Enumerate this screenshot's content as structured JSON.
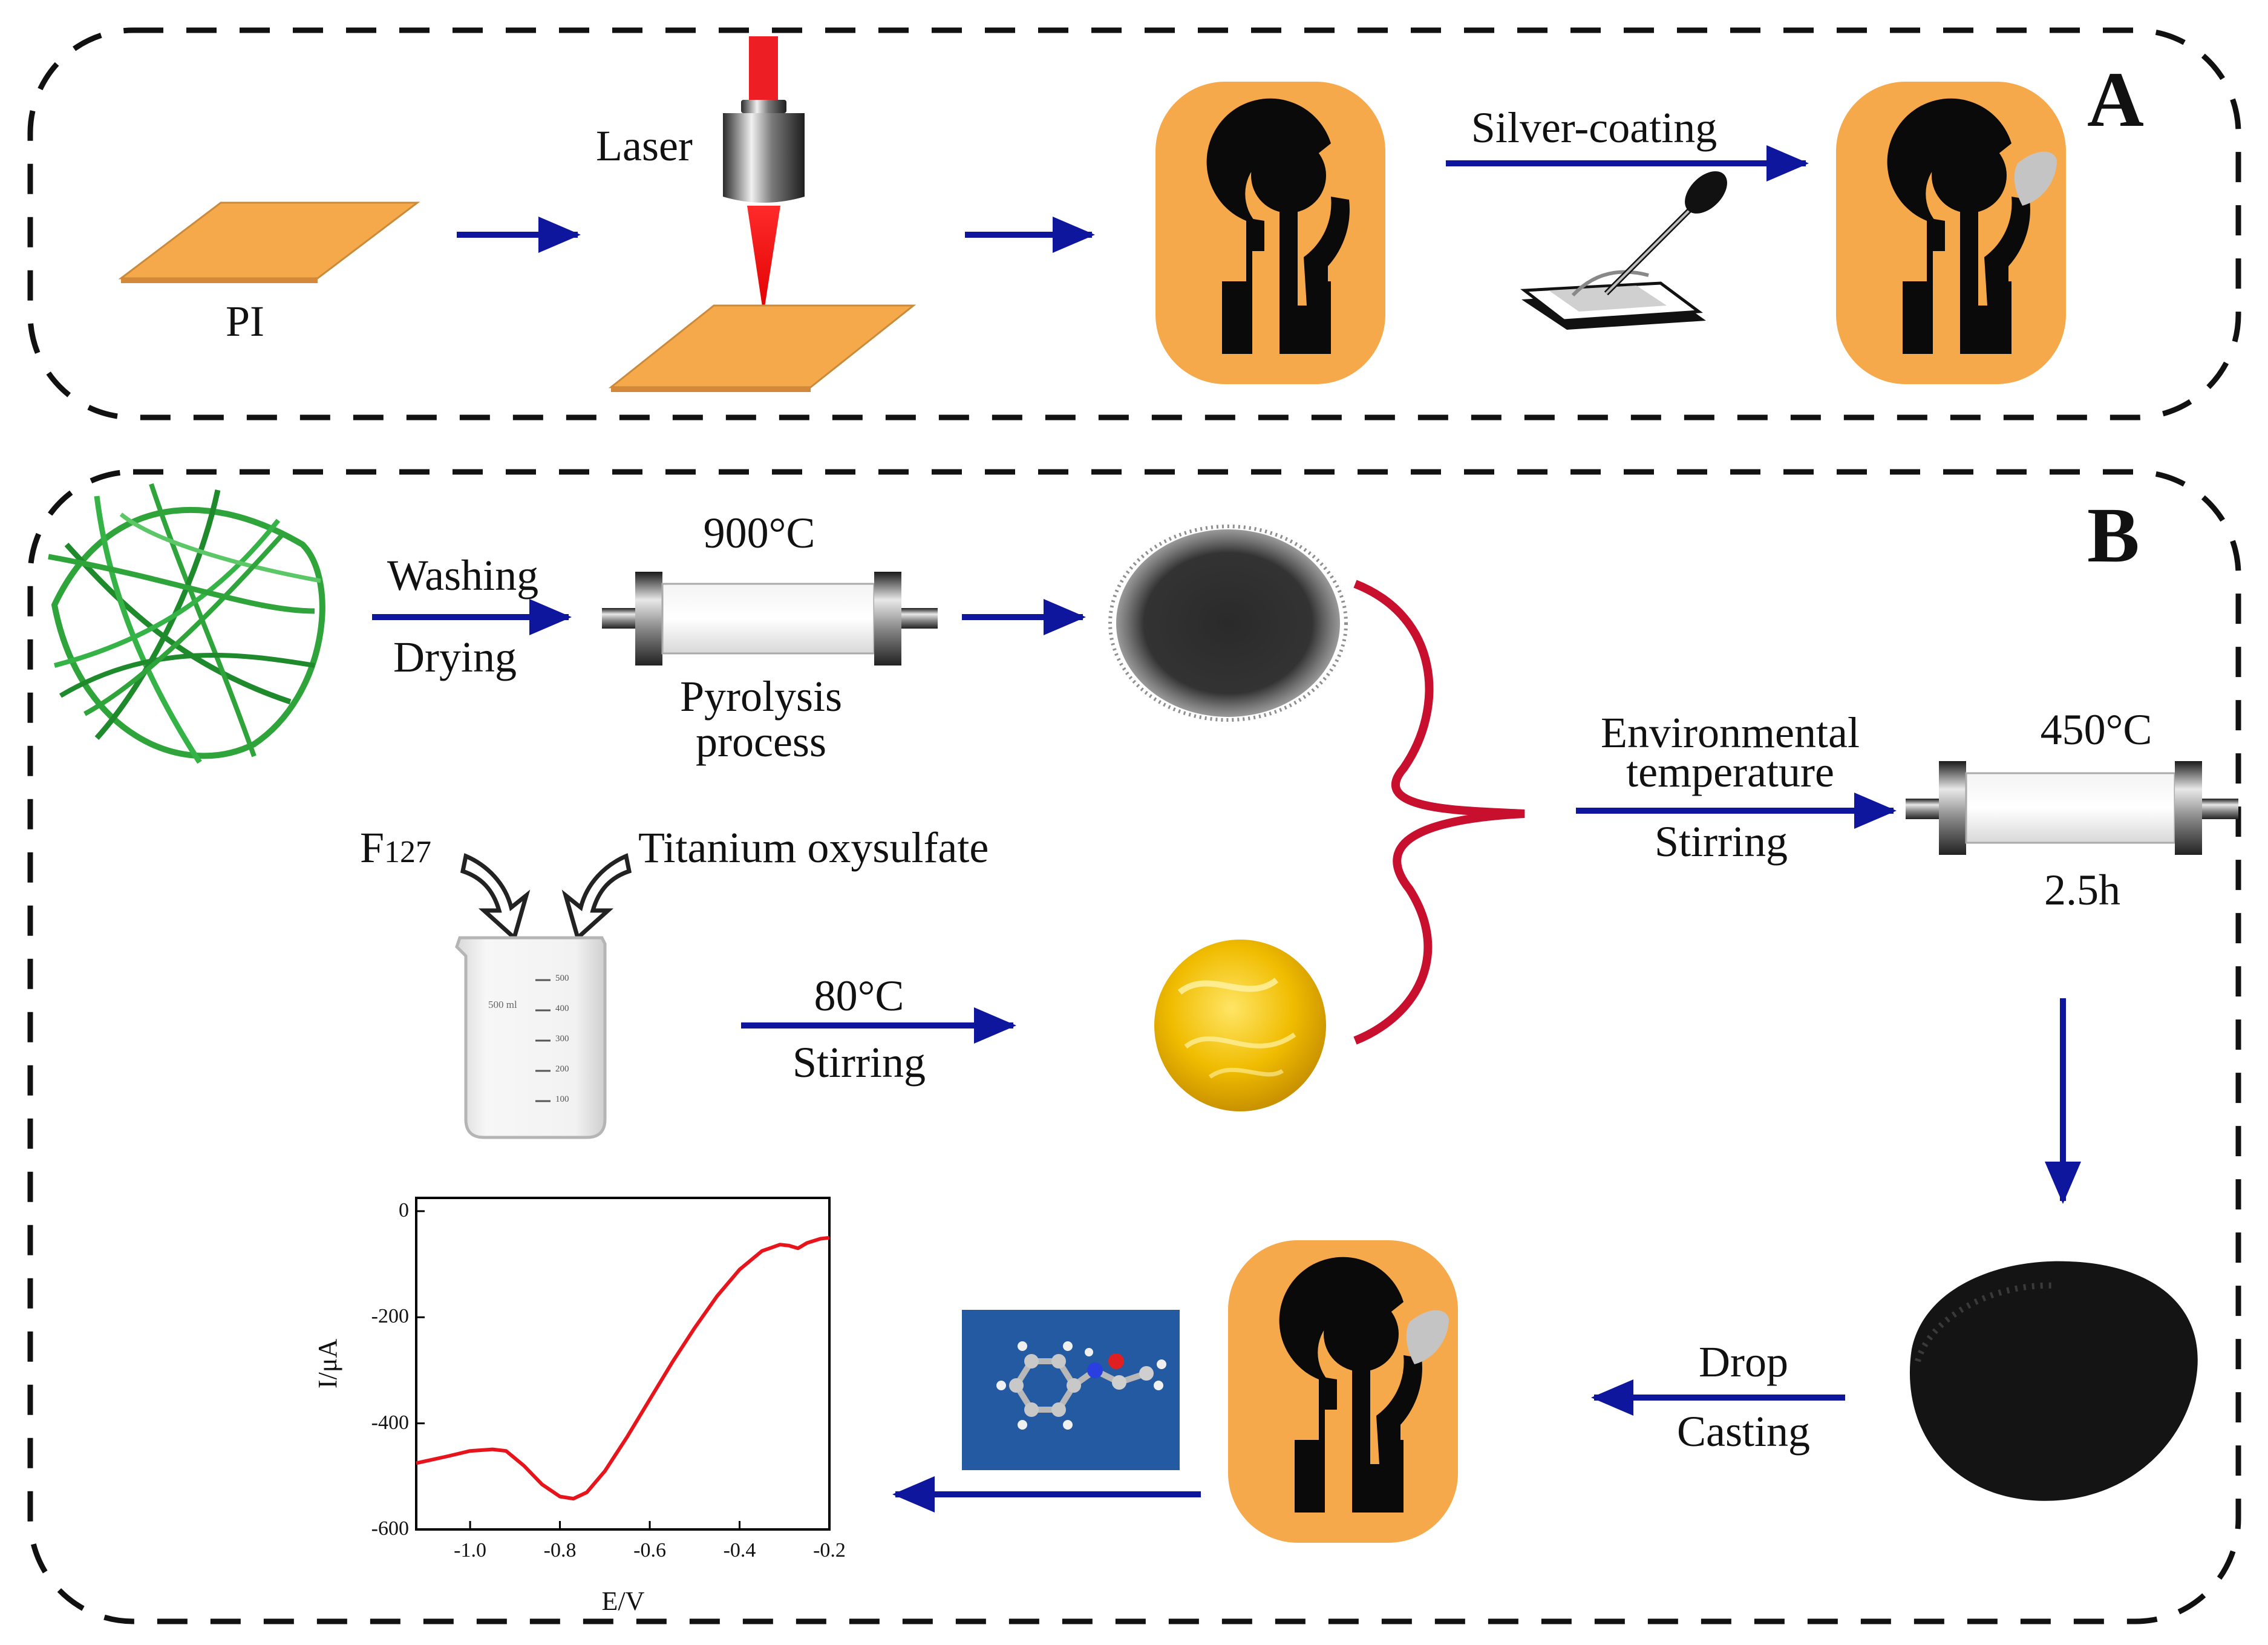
{
  "panels": {
    "a": {
      "letter": "A"
    },
    "b": {
      "letter": "B"
    }
  },
  "panel_a": {
    "substrate_label": "PI",
    "laser_label": "Laser",
    "coating_label": "Silver-coating"
  },
  "panel_b": {
    "wash_label": "Washing",
    "dry_label": "Drying",
    "pyrolysis_temp": "900°C",
    "pyrolysis_label_1": "Pyrolysis",
    "pyrolysis_label_2": "process",
    "f127_label": "F",
    "f127_sub": "127",
    "titanium_label": "Titanium oxysulfate",
    "sol_temp": "80°C",
    "sol_stir": "Stirring",
    "env_label_1": "Environmental",
    "env_label_2": "temperature",
    "env_stir": "Stirring",
    "calc_temp": "450°C",
    "calc_time": "2.5h",
    "drop_label": "Drop",
    "cast_label": "Casting",
    "beaker_volume": "500 ml",
    "beaker_ticks": [
      "500",
      "400",
      "300",
      "200",
      "100"
    ]
  },
  "chart_data": {
    "type": "line",
    "xlabel": "E/V",
    "ylabel": "I/μA",
    "xlim": [
      -1.12,
      -0.2
    ],
    "ylim": [
      -600,
      25
    ],
    "xticks": [
      "-1.0",
      "-0.8",
      "-0.6",
      "-0.4",
      "-0.2"
    ],
    "yticks": [
      "0",
      "-200",
      "-400",
      "-600"
    ],
    "grid": false,
    "series": [
      {
        "color": "#e8141b",
        "x": [
          -1.12,
          -1.05,
          -1.0,
          -0.95,
          -0.92,
          -0.88,
          -0.84,
          -0.8,
          -0.77,
          -0.74,
          -0.7,
          -0.65,
          -0.6,
          -0.55,
          -0.5,
          -0.45,
          -0.4,
          -0.35,
          -0.31,
          -0.29,
          -0.27,
          -0.25,
          -0.22,
          -0.2
        ],
        "y": [
          -475,
          -462,
          -452,
          -449,
          -452,
          -480,
          -515,
          -538,
          -542,
          -530,
          -490,
          -425,
          -355,
          -285,
          -220,
          -160,
          -110,
          -75,
          -63,
          -65,
          -70,
          -60,
          -52,
          -50
        ]
      }
    ]
  },
  "colors": {
    "pi_orange": "#f6a94b",
    "arrow_blue": "#0e169e",
    "laser_red": "#ee1f24",
    "merge_red": "#c8102e",
    "electrode_black": "#0a0a0a",
    "silver": "#c4c4c4",
    "green_fiber": "#2ea43a",
    "gel_yellow": "#f2c200"
  }
}
